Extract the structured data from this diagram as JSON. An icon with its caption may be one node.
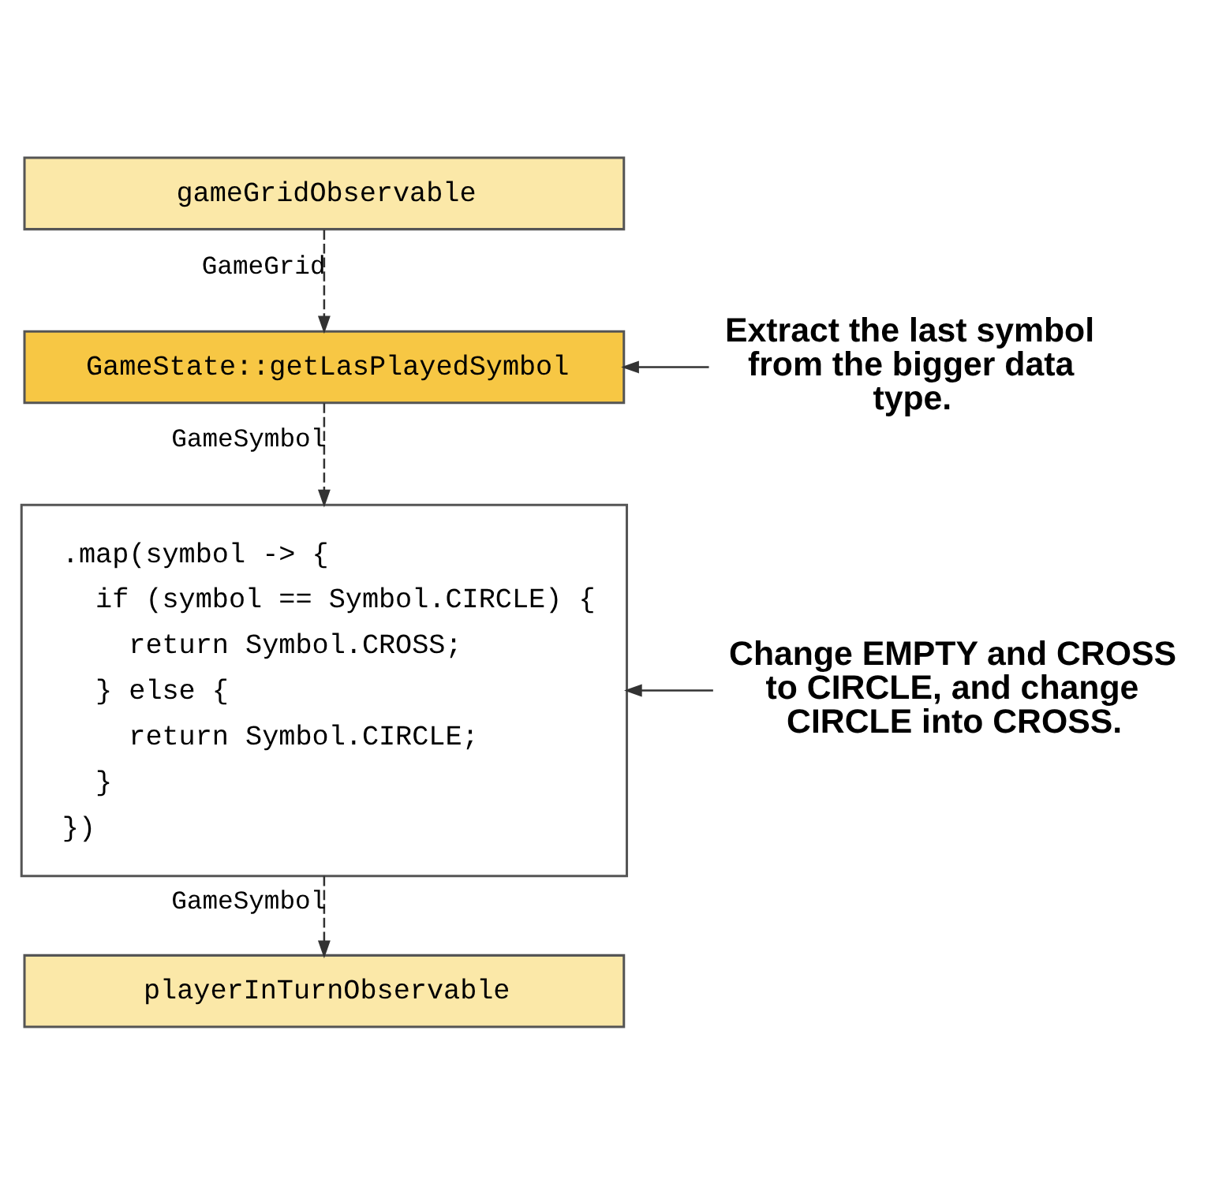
{
  "diagram": {
    "nodes": [
      {
        "text": [
          "gameGridObservable"
        ]
      },
      {
        "text": [
          "GameState::getLasPlayedSymbol"
        ]
      },
      {
        "text": [
          "Extract the last symbol from the bigger data type."
        ]
      },
      {
        "text": [
          ".map(symbol -> {",
          "if (symbol == Symbol.CIRCLE) {",
          "return Symbol.CROSS;",
          "} else {",
          "return Symbol.CIRCLE;",
          "}",
          "})"
        ]
      },
      {
        "text": [
          "Change EMPTY and CROSS to CIRCLE, and change CIRCLE into CROSS."
        ]
      },
      {
        "text": [
          "playerInTurnObservable"
        ]
      }
    ],
    "edges": [
      {
        "from": 0,
        "to": 1,
        "arrow": "to",
        "style": "dashed",
        "label": "GameGrid"
      },
      {
        "from": 2,
        "to": 1,
        "arrow": "to"
      },
      {
        "from": 1,
        "to": 3,
        "arrow": "to",
        "style": "dashed",
        "label": "GameSymbol"
      },
      {
        "from": 4,
        "to": 3,
        "arrow": "to"
      },
      {
        "from": 3,
        "to": 5,
        "arrow": "to",
        "style": "dashed",
        "label": "GameSymbol"
      }
    ]
  }
}
